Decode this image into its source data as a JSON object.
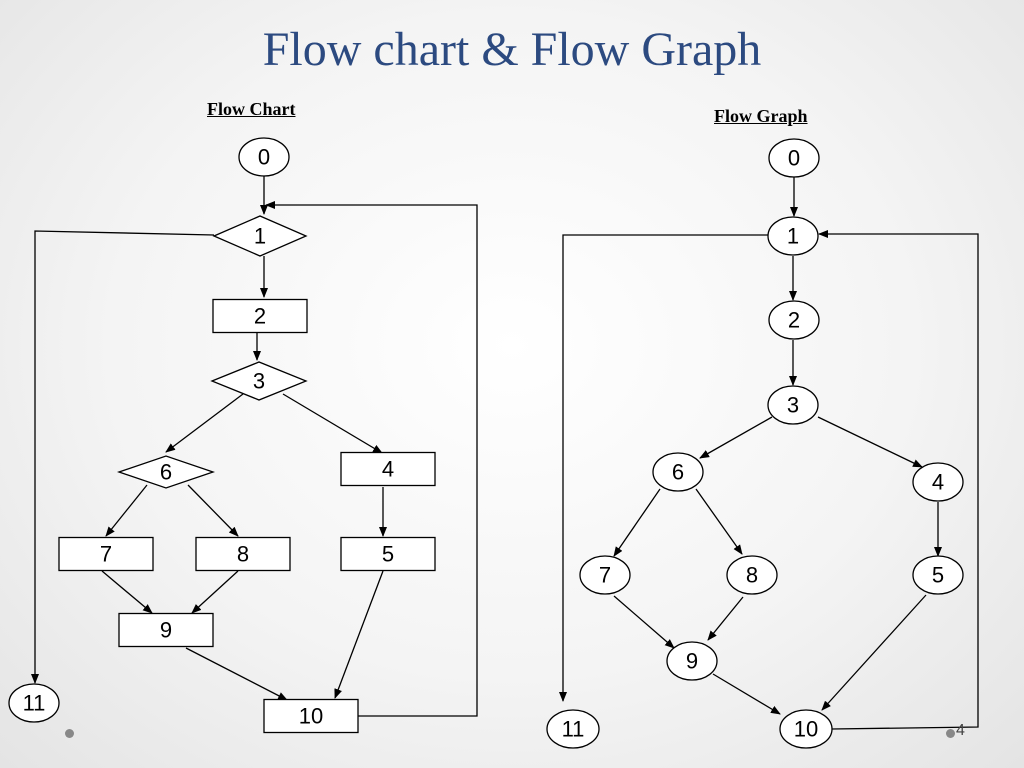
{
  "title": "Flow chart & Flow Graph",
  "flow_chart_label": "Flow Chart",
  "flow_graph_label": "Flow Graph",
  "page_number": "4",
  "flow_chart": {
    "nodes": [
      {
        "id": "0",
        "label": "0",
        "shape": "ellipse"
      },
      {
        "id": "1",
        "label": "1",
        "shape": "decision"
      },
      {
        "id": "2",
        "label": "2",
        "shape": "process"
      },
      {
        "id": "3",
        "label": "3",
        "shape": "decision"
      },
      {
        "id": "4",
        "label": "4",
        "shape": "process"
      },
      {
        "id": "5",
        "label": "5",
        "shape": "process"
      },
      {
        "id": "6",
        "label": "6",
        "shape": "decision"
      },
      {
        "id": "7",
        "label": "7",
        "shape": "process"
      },
      {
        "id": "8",
        "label": "8",
        "shape": "process"
      },
      {
        "id": "9",
        "label": "9",
        "shape": "process"
      },
      {
        "id": "10",
        "label": "10",
        "shape": "process"
      },
      {
        "id": "11",
        "label": "11",
        "shape": "ellipse"
      }
    ],
    "edges": [
      [
        "0",
        "1"
      ],
      [
        "1",
        "2"
      ],
      [
        "2",
        "3"
      ],
      [
        "3",
        "6"
      ],
      [
        "3",
        "4"
      ],
      [
        "6",
        "7"
      ],
      [
        "6",
        "8"
      ],
      [
        "7",
        "9"
      ],
      [
        "8",
        "9"
      ],
      [
        "4",
        "5"
      ],
      [
        "9",
        "10"
      ],
      [
        "5",
        "10"
      ],
      [
        "10",
        "1"
      ],
      [
        "1",
        "11"
      ]
    ]
  },
  "flow_graph": {
    "nodes": [
      {
        "id": "0",
        "label": "0"
      },
      {
        "id": "1",
        "label": "1"
      },
      {
        "id": "2",
        "label": "2"
      },
      {
        "id": "3",
        "label": "3"
      },
      {
        "id": "4",
        "label": "4"
      },
      {
        "id": "5",
        "label": "5"
      },
      {
        "id": "6",
        "label": "6"
      },
      {
        "id": "7",
        "label": "7"
      },
      {
        "id": "8",
        "label": "8"
      },
      {
        "id": "9",
        "label": "9"
      },
      {
        "id": "10",
        "label": "10"
      },
      {
        "id": "11",
        "label": "11"
      }
    ],
    "edges": [
      [
        "0",
        "1"
      ],
      [
        "1",
        "2"
      ],
      [
        "2",
        "3"
      ],
      [
        "3",
        "6"
      ],
      [
        "3",
        "4"
      ],
      [
        "6",
        "7"
      ],
      [
        "6",
        "8"
      ],
      [
        "7",
        "9"
      ],
      [
        "8",
        "9"
      ],
      [
        "4",
        "5"
      ],
      [
        "9",
        "10"
      ],
      [
        "5",
        "10"
      ],
      [
        "10",
        "1"
      ],
      [
        "1",
        "11"
      ]
    ]
  }
}
